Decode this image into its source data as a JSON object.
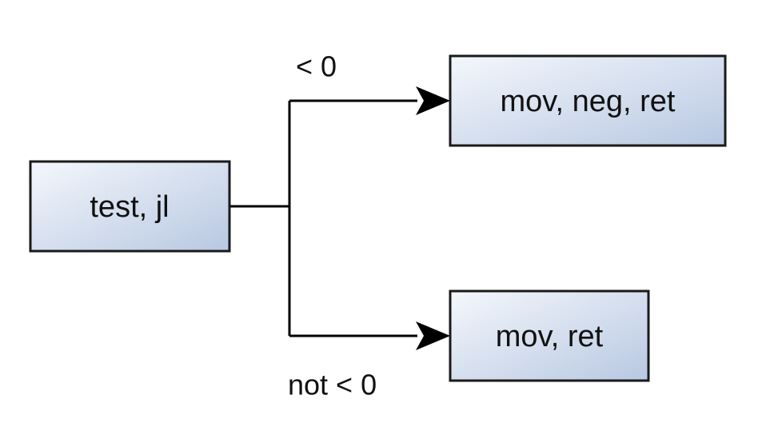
{
  "nodes": {
    "source": {
      "label": "test, jl"
    },
    "branch_true": {
      "label": "mov, neg, ret"
    },
    "branch_false": {
      "label": "mov, ret"
    }
  },
  "edges": {
    "true_label": "< 0",
    "false_label": "not < 0"
  },
  "colors": {
    "box_fill_start": "#f4f7fc",
    "box_fill_end": "#b8c8e2",
    "box_stroke": "#1a1a1a",
    "wire": "#000000"
  }
}
